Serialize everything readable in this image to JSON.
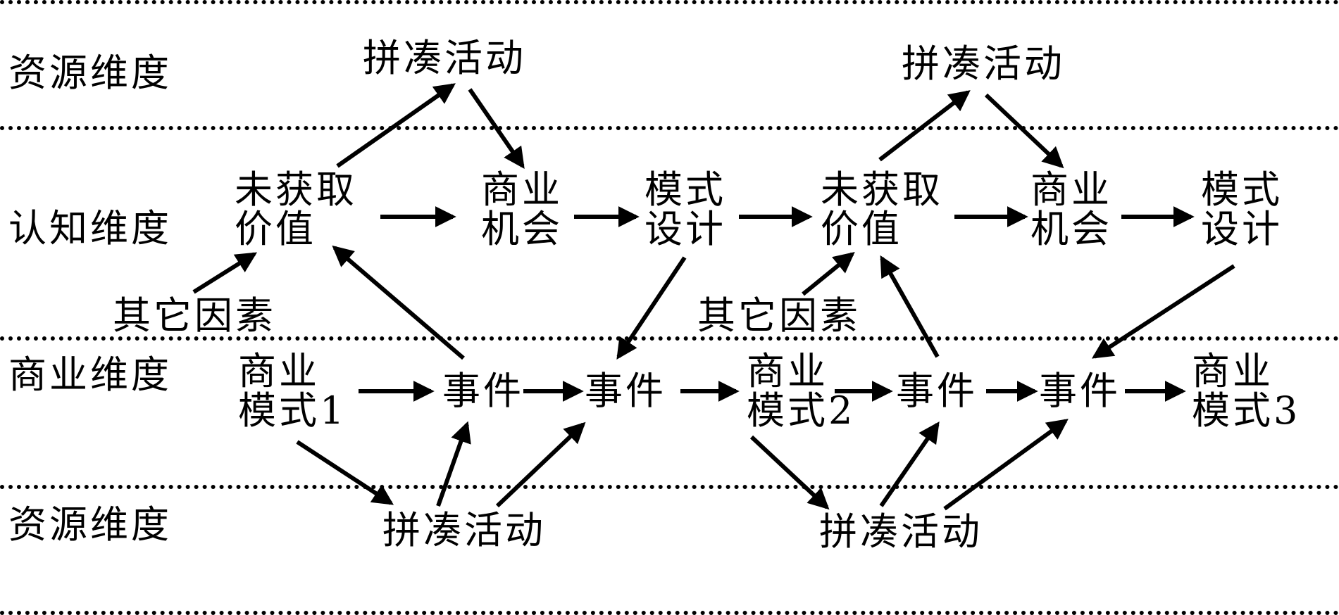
{
  "dimensions": {
    "resource_top": "资源维度",
    "cognitive": "认知维度",
    "business": "商业维度",
    "resource_bottom": "资源维度"
  },
  "nodes": {
    "bricolage_top_1": "拼凑活动",
    "bricolage_top_2": "拼凑活动",
    "unobtained_value_1": [
      "未获取",
      "价值"
    ],
    "business_opportunity_1": [
      "商业",
      "机会"
    ],
    "model_design_1": [
      "模式",
      "设计"
    ],
    "unobtained_value_2": [
      "未获取",
      "价值"
    ],
    "business_opportunity_2": [
      "商业",
      "机会"
    ],
    "model_design_2": [
      "模式",
      "设计"
    ],
    "other_factors_1": "其它因素",
    "other_factors_2": "其它因素",
    "business_model_1": [
      "商业",
      "模式1"
    ],
    "event_1": "事件",
    "event_2": "事件",
    "business_model_2": [
      "商业",
      "模式2"
    ],
    "event_3": "事件",
    "event_4": "事件",
    "business_model_3": [
      "商业",
      "模式3"
    ],
    "bricolage_bottom_1": "拼凑活动",
    "bricolage_bottom_2": "拼凑活动"
  },
  "edges": [
    {
      "from": "unobtained_value_1",
      "to": "bricolage_top_1"
    },
    {
      "from": "bricolage_top_1",
      "to": "business_opportunity_1"
    },
    {
      "from": "unobtained_value_1",
      "to": "business_opportunity_1"
    },
    {
      "from": "business_opportunity_1",
      "to": "model_design_1"
    },
    {
      "from": "model_design_1",
      "to": "unobtained_value_2"
    },
    {
      "from": "unobtained_value_2",
      "to": "bricolage_top_2"
    },
    {
      "from": "bricolage_top_2",
      "to": "business_opportunity_2"
    },
    {
      "from": "unobtained_value_2",
      "to": "business_opportunity_2"
    },
    {
      "from": "business_opportunity_2",
      "to": "model_design_2"
    },
    {
      "from": "other_factors_1",
      "to": "unobtained_value_1"
    },
    {
      "from": "event_1",
      "to": "unobtained_value_1"
    },
    {
      "from": "model_design_1",
      "to": "event_2"
    },
    {
      "from": "other_factors_2",
      "to": "unobtained_value_2"
    },
    {
      "from": "event_3",
      "to": "unobtained_value_2"
    },
    {
      "from": "model_design_2",
      "to": "event_4"
    },
    {
      "from": "business_model_1",
      "to": "event_1"
    },
    {
      "from": "event_1",
      "to": "event_2"
    },
    {
      "from": "event_2",
      "to": "business_model_2"
    },
    {
      "from": "business_model_2",
      "to": "event_3"
    },
    {
      "from": "event_3",
      "to": "event_4"
    },
    {
      "from": "event_4",
      "to": "business_model_3"
    },
    {
      "from": "business_model_1",
      "to": "bricolage_bottom_1"
    },
    {
      "from": "bricolage_bottom_1",
      "to": "event_1"
    },
    {
      "from": "bricolage_bottom_1",
      "to": "event_2"
    },
    {
      "from": "business_model_2",
      "to": "bricolage_bottom_2"
    },
    {
      "from": "bricolage_bottom_2",
      "to": "event_3"
    },
    {
      "from": "bricolage_bottom_2",
      "to": "event_4"
    }
  ]
}
